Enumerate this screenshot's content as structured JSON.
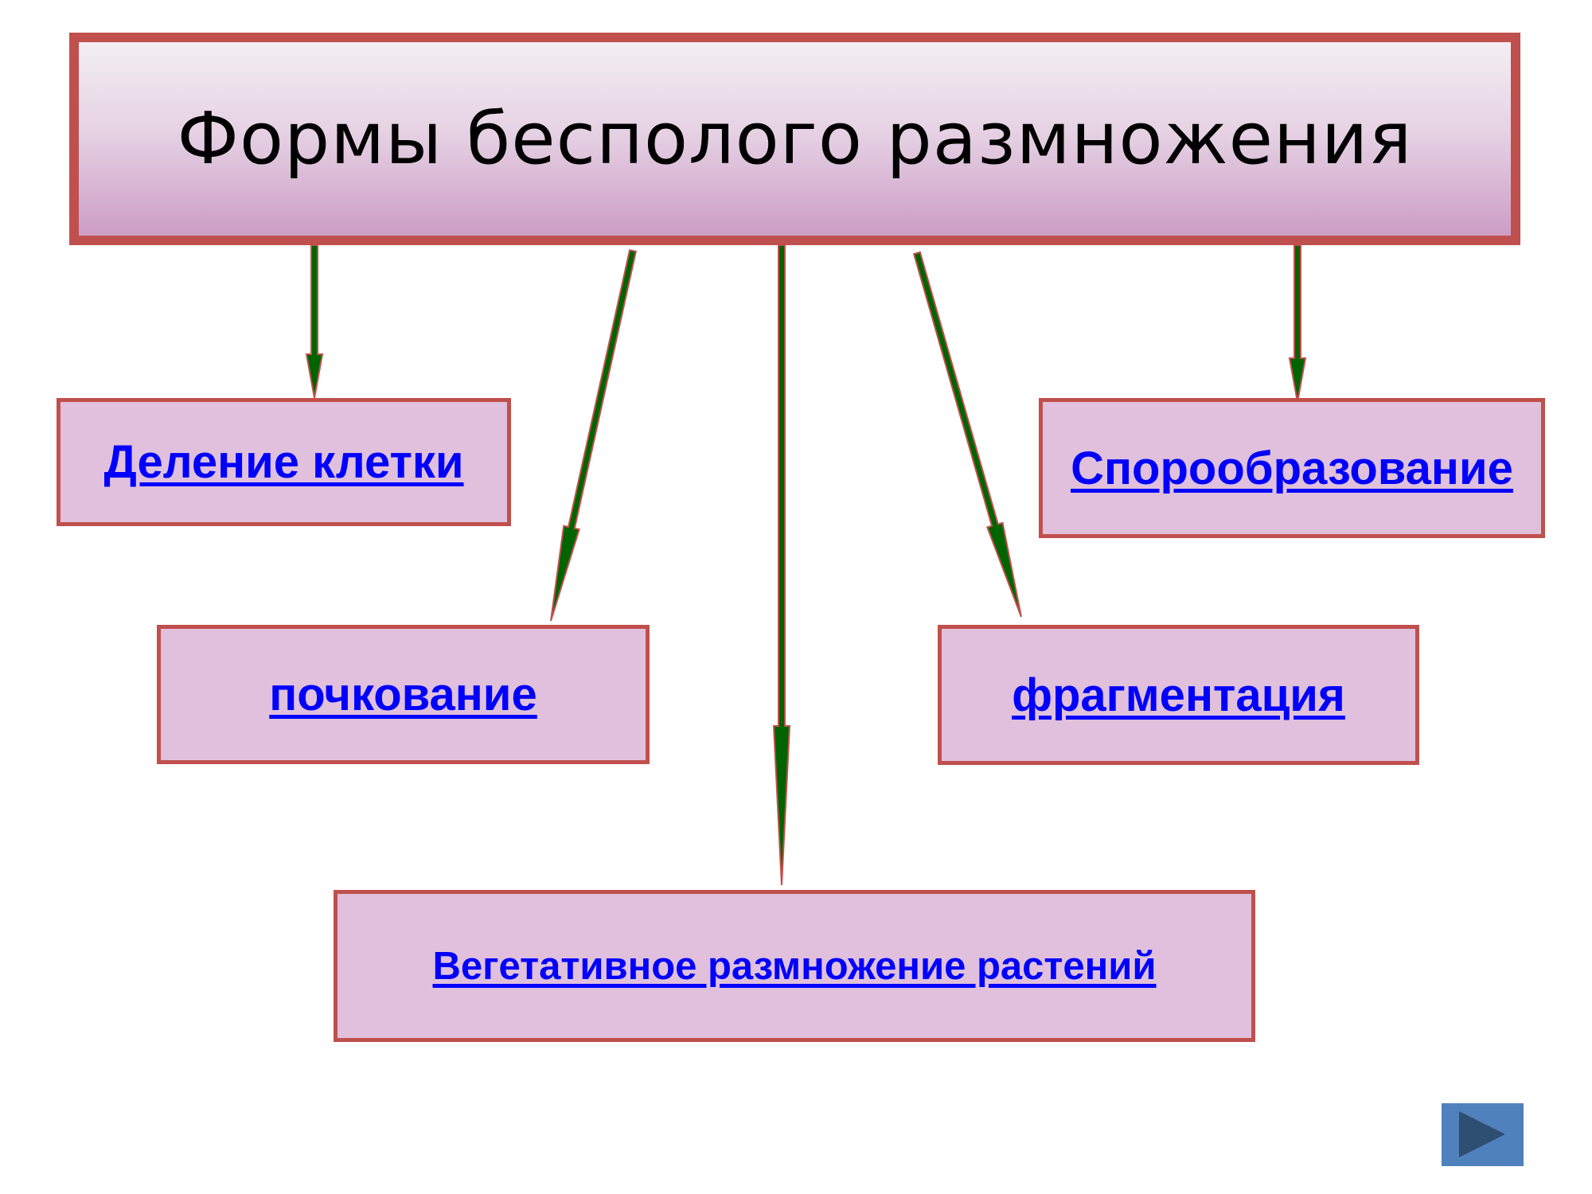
{
  "title": "Формы бесполого размножения",
  "nodes": {
    "cell_division": "Деление клетки",
    "sporulation": "Спорообразование",
    "budding": "почкование",
    "fragmentation": "фрагментация",
    "vegetative": "Вегетативное размножение растений"
  },
  "nav": {
    "next_icon": "play-next-icon"
  },
  "colors": {
    "border": "#c0504d",
    "box_fill": "#e0c0dc",
    "link": "#0000ff",
    "arrow": "#006400",
    "nav": "#4f81bd"
  }
}
